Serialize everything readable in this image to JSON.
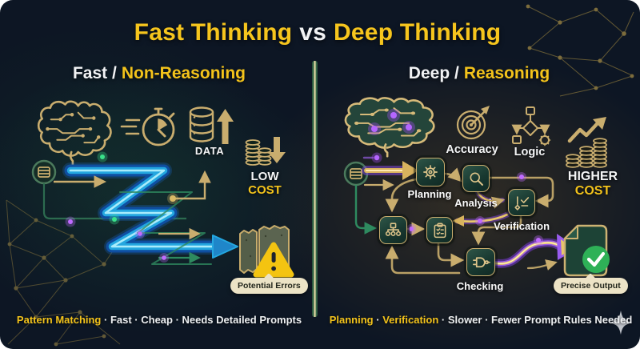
{
  "title": {
    "part1": "Fast Thinking",
    "vs": "vs",
    "part2": "Deep Thinking"
  },
  "left": {
    "header_white": "Fast /",
    "header_gold": "Non-Reasoning",
    "data_label": "DATA",
    "cost_top": "LOW",
    "cost_bottom": "COST",
    "error_pill": "Potential Errors",
    "footer_gold": "Pattern Matching",
    "footer_rest": "· Fast · Cheap · Needs Detailed Prompts"
  },
  "right": {
    "header_white": "Deep /",
    "header_gold": "Reasoning",
    "accuracy": "Accuracy",
    "logic": "Logic",
    "cost_top": "HIGHER",
    "cost_bottom": "COST",
    "planning": "Planning",
    "analysis": "Analysis",
    "verification": "Verification",
    "checking": "Checking",
    "output_pill": "Precise Output",
    "footer_gold1": "Planning",
    "footer_sep": "·",
    "footer_gold2": "Verification",
    "footer_rest": "· Slower · Fewer Prompt Rules Needed"
  },
  "colors": {
    "background": "#0d1624",
    "gold_accent": "#f3c31b",
    "icon_gold": "#c9ad6e",
    "bolt_blue": "#24a7e0",
    "teal_line": "#2e7d5a",
    "purple_glow": "#a968ff",
    "warning_yellow": "#f4c411",
    "check_green": "#2eb157",
    "pill_bg": "#ece3c6"
  }
}
